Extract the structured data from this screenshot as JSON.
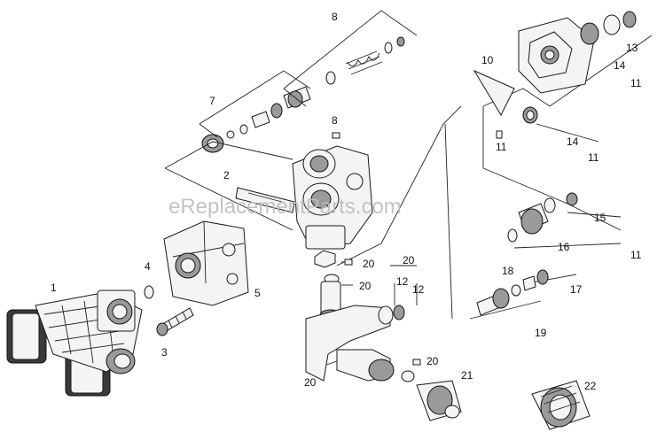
{
  "watermark": "eReplacementParts.com",
  "callouts": {
    "c1": "1",
    "c2": "2",
    "c3": "3",
    "c4": "4",
    "c5": "5",
    "c7": "7",
    "c8a": "8",
    "c8b": "8",
    "c10": "10",
    "c11a": "11",
    "c11b": "11",
    "c11c": "11",
    "c11d": "11",
    "c12a": "12",
    "c12b": "12",
    "c13": "13",
    "c14a": "14",
    "c14b": "14",
    "c15": "15",
    "c16": "16",
    "c17": "17",
    "c18": "18",
    "c19": "19",
    "c20a": "20",
    "c20b": "20",
    "c20c": "20",
    "c20d": "20",
    "c20e": "20",
    "c21": "21",
    "c22": "22"
  }
}
